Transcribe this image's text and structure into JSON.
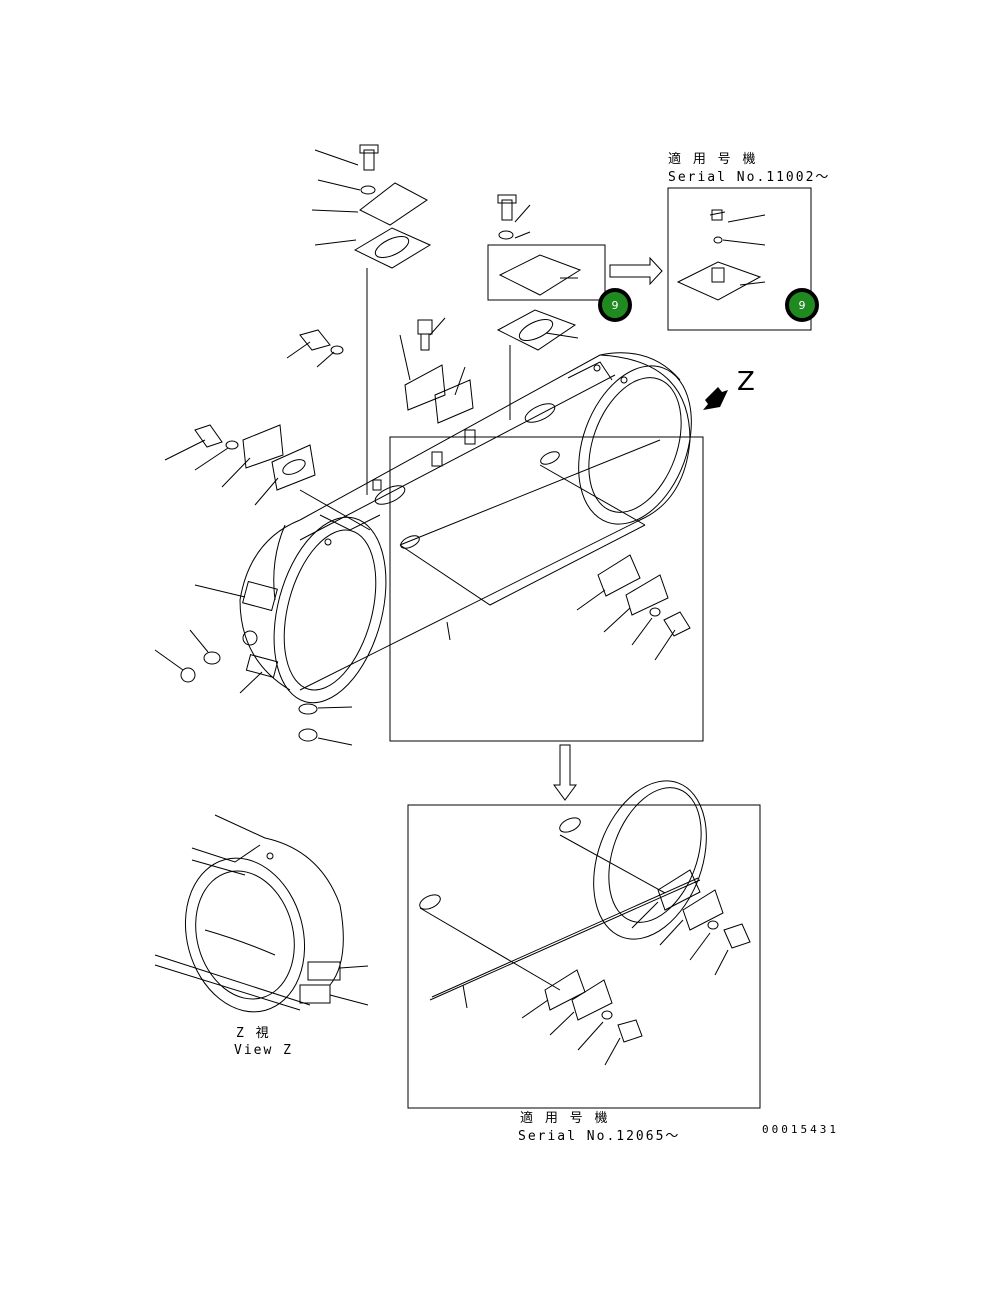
{
  "drawing": {
    "serial_top": {
      "jp": "適 用 号 機",
      "en": "Serial No.11002～"
    },
    "serial_bottom": {
      "jp": "適 用 号 機",
      "en": "Serial No.12065～"
    },
    "view": {
      "jp": "Z  視",
      "en": "View Z",
      "arrow_letter": "Z"
    },
    "part_number": "00015431",
    "callouts": [
      {
        "label": "9",
        "color": "#1f8a1f"
      },
      {
        "label": "9",
        "color": "#1f8a1f"
      }
    ]
  }
}
